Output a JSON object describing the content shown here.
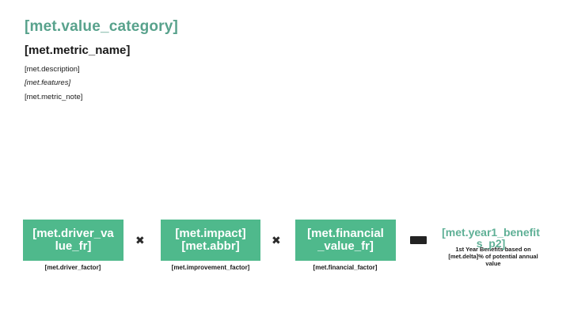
{
  "slide": {
    "value_category": "[met.value_category]",
    "metric_name": "[met.metric_name]",
    "description": "[met.description]",
    "features": "[met.features]",
    "metric_note": "[met.metric_note]"
  },
  "formula": {
    "multiply_icon": "✖",
    "boxes": [
      {
        "label_lines": [
          "[met.driver_va",
          "lue_fr]"
        ],
        "caption": "[met.driver_factor]"
      },
      {
        "label_lines": [
          "[met.impact]",
          "[met.abbr]"
        ],
        "caption": "[met.improvement_factor]"
      },
      {
        "label_lines": [
          "[met.financial",
          "_value_fr]"
        ],
        "caption": "[met.financial_factor]"
      }
    ],
    "result": {
      "title_lines": [
        "[met.year1_benefit",
        "s_p2]"
      ],
      "note_lines": [
        "1st Year Benefits based on",
        "[met.delta]% of potential annual",
        "value"
      ]
    }
  },
  "colors": {
    "category_green": "#58a28c",
    "box_green": "#4fb98c",
    "result_green": "#5fb096",
    "operator_black": "#232323",
    "text_black": "#1a1a1a"
  }
}
